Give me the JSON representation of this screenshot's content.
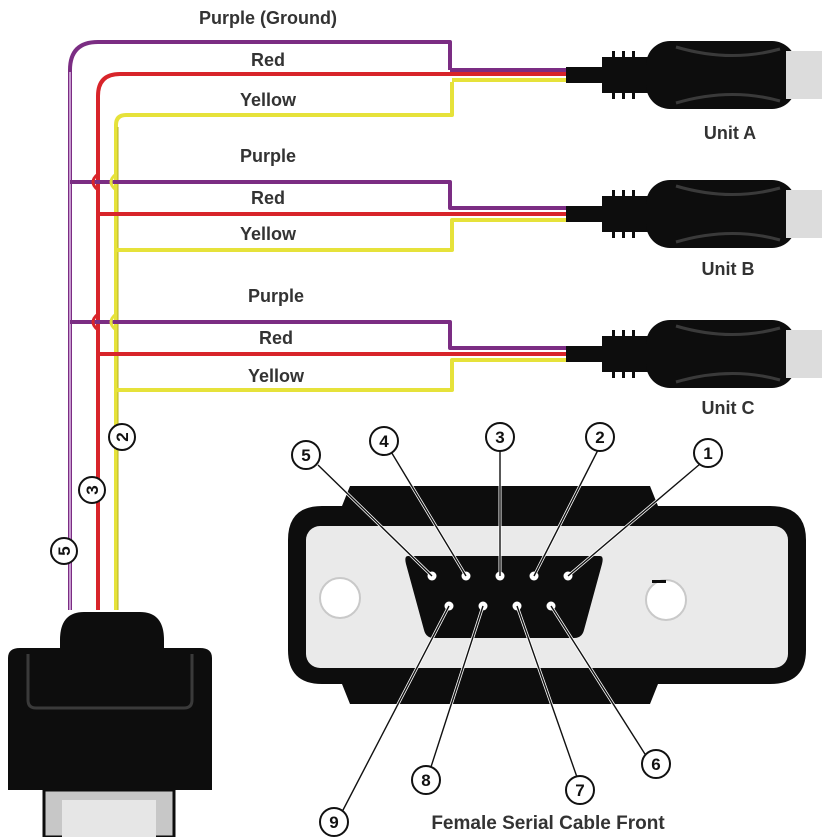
{
  "colors": {
    "purple": "#7b2d83",
    "purple_light": "#c79ad0",
    "red": "#d8242a",
    "yellow": "#e6e23a",
    "connector": "#0d0d0d",
    "port_face": "#eaeaea"
  },
  "units": [
    {
      "name": "Unit A",
      "wires": {
        "purple": "Purple (Ground)",
        "red": "Red",
        "yellow": "Yellow"
      }
    },
    {
      "name": "Unit B",
      "wires": {
        "purple": "Purple",
        "red": "Red",
        "yellow": "Yellow"
      }
    },
    {
      "name": "Unit C",
      "wires": {
        "purple": "Purple",
        "red": "Red",
        "yellow": "Yellow"
      }
    }
  ],
  "trunk_pins": {
    "purple": "5",
    "red": "3",
    "yellow": "2"
  },
  "connector": {
    "top_pins": [
      "5",
      "4",
      "3",
      "2",
      "1"
    ],
    "bottom_pins": [
      "9",
      "8",
      "7",
      "6"
    ],
    "caption": "Female Serial Cable Front"
  }
}
